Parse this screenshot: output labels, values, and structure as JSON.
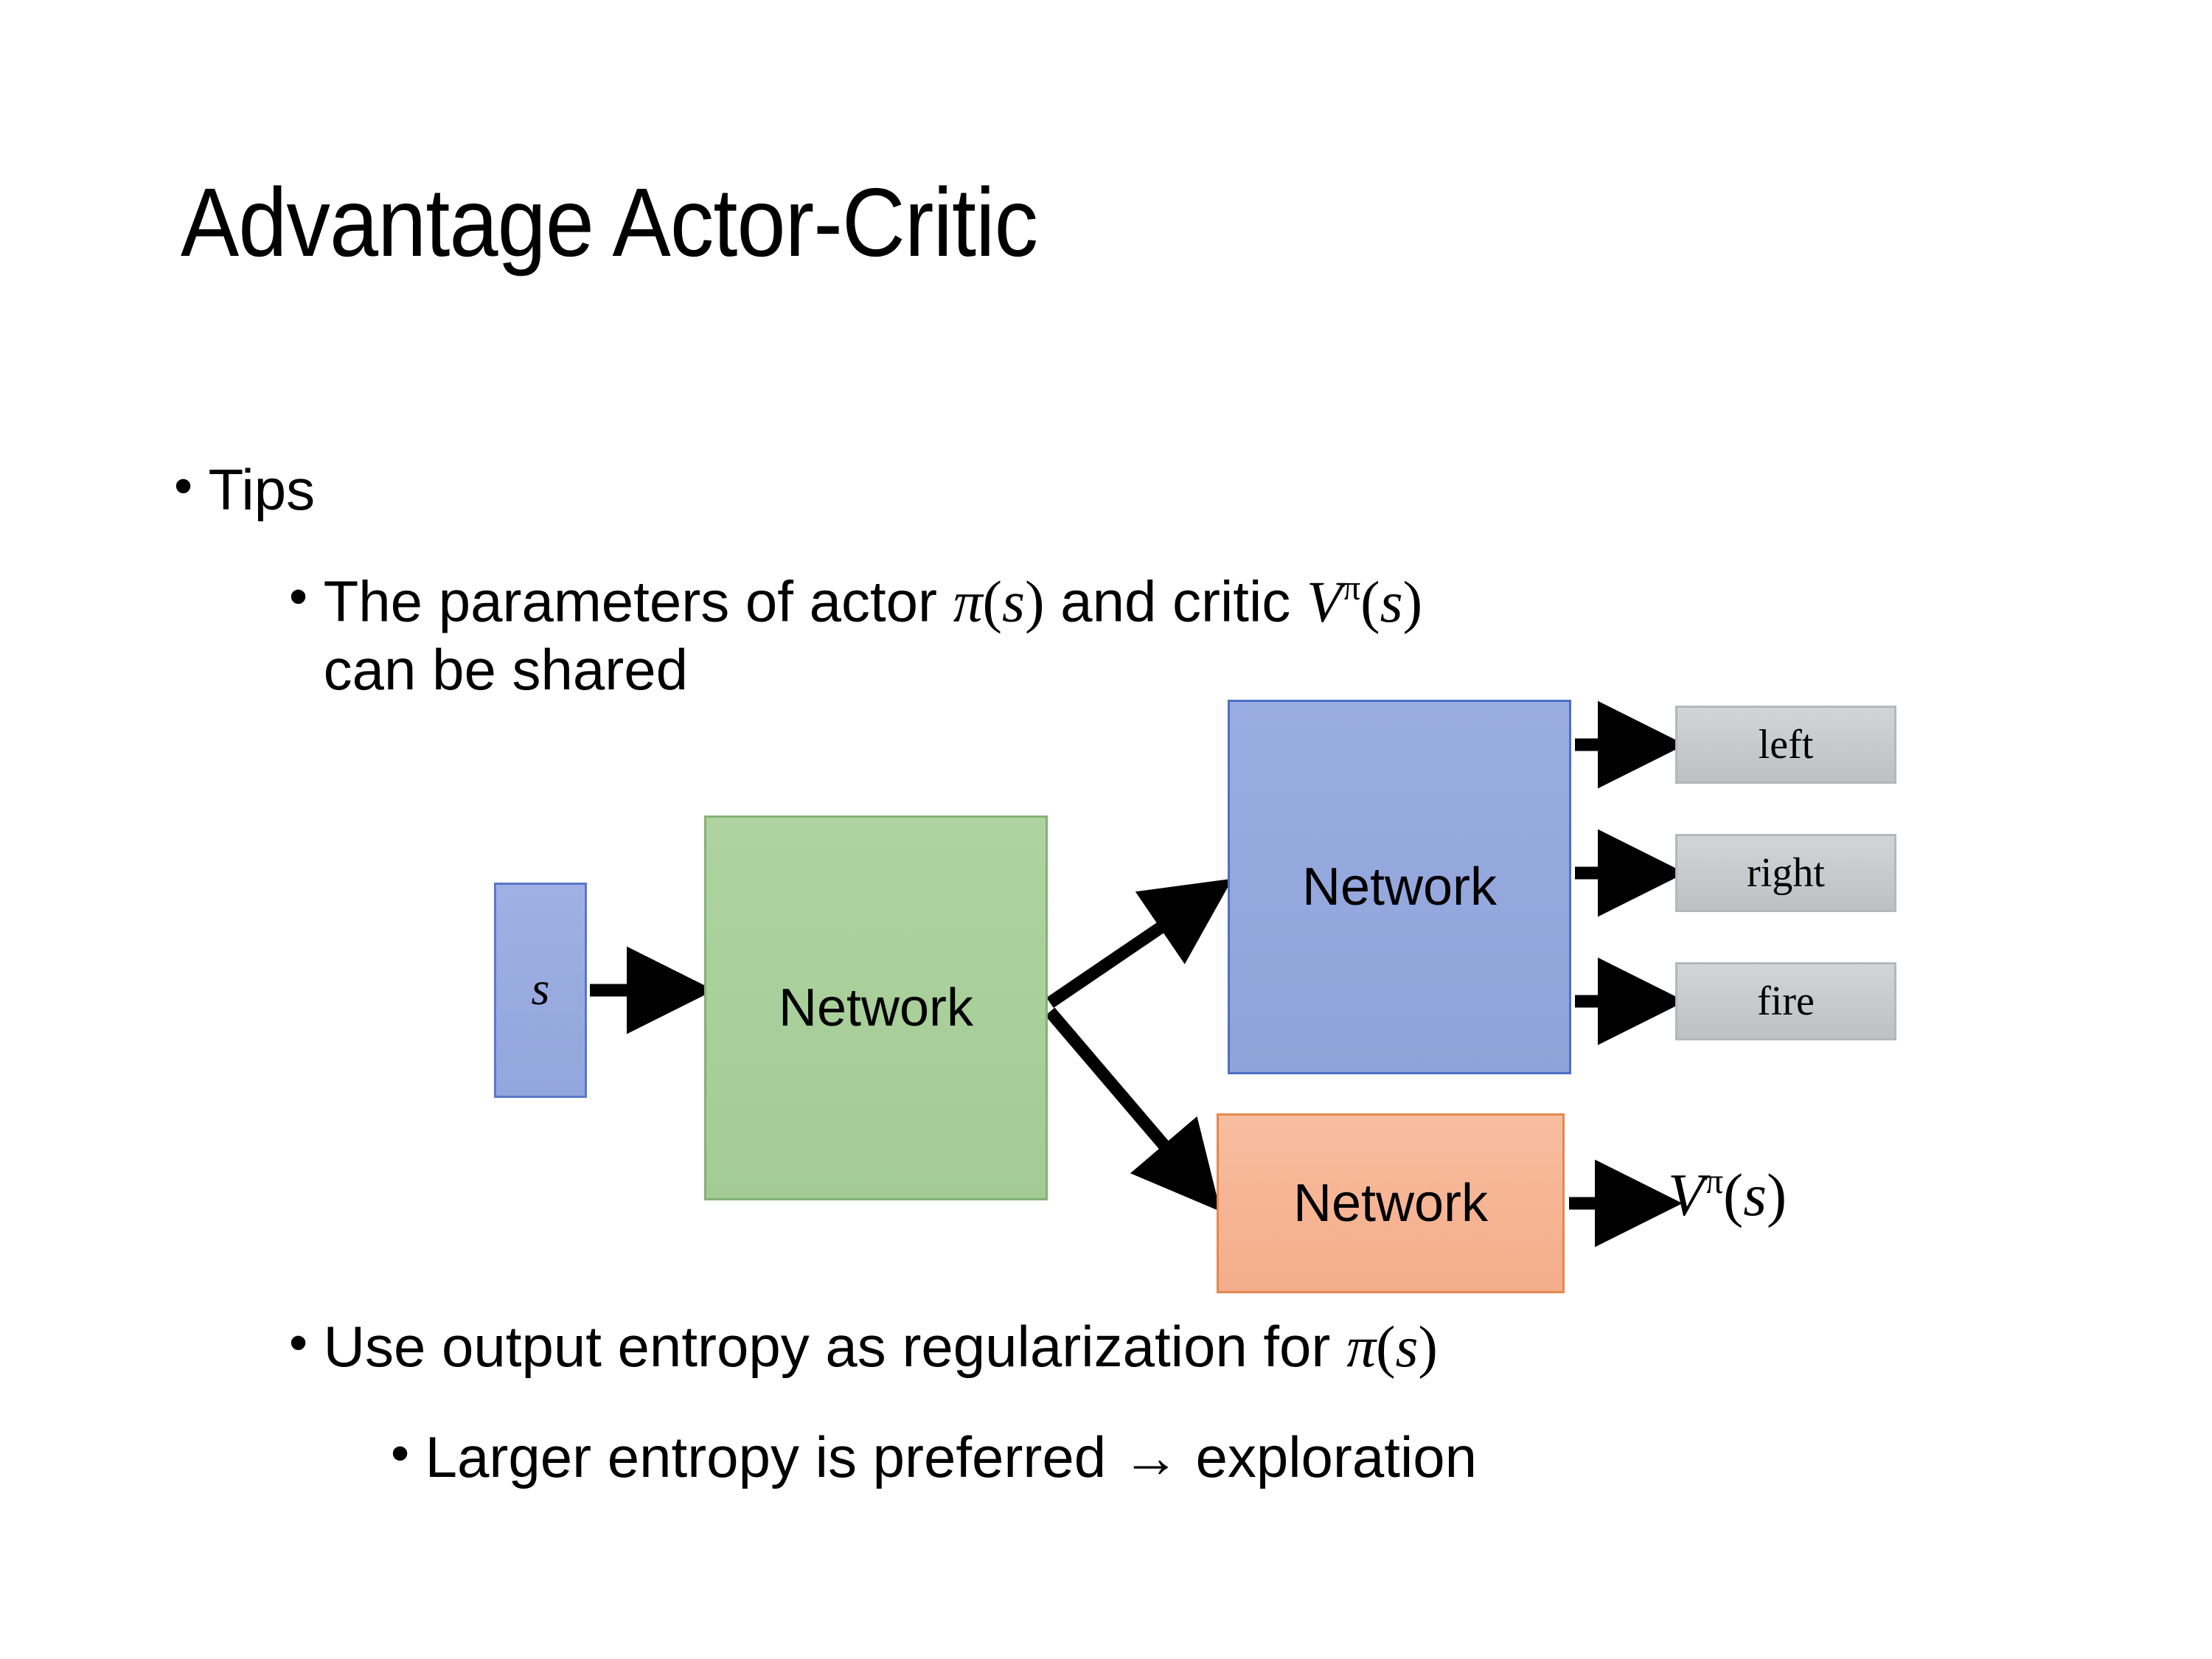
{
  "slide": {
    "title": "Advantage Actor-Critic",
    "background_color": "#ffffff",
    "text_color": "#000000"
  },
  "bullets": {
    "tips": {
      "marker": "•",
      "text": "Tips"
    },
    "parameters": {
      "marker": "•",
      "line1_part1": "The parameters of actor ",
      "math_actor": "π(s)",
      "line1_part2": "  and critic ",
      "math_critic": "Vπ(s)",
      "line2": "can be shared",
      "full_text": "The parameters of actor π(s)  and critic Vπ(s) can be shared"
    },
    "entropy": {
      "marker": "•",
      "text_part1": "Use output entropy as regularization for ",
      "math": "π(s)",
      "full_text": "Use output entropy as regularization for π(s)"
    },
    "larger": {
      "marker": "•",
      "text": "Larger entropy is preferred → exploration",
      "arrow_glyph": "→"
    }
  },
  "diagram": {
    "state_box": {
      "label": "s",
      "fill": "#98abe0",
      "border": "#5b78c8"
    },
    "shared_network": {
      "label": "Network",
      "fill": "#a9cf9b",
      "border": "#85b172"
    },
    "actor_network": {
      "label": "Network",
      "fill": "#95a9de",
      "border": "#4d6fc4"
    },
    "critic_network": {
      "label": "Network",
      "fill": "#f6b694",
      "border": "#e2884f"
    },
    "action_outputs": [
      {
        "label": "left",
        "fill": "#c7cacc"
      },
      {
        "label": "right",
        "fill": "#c7cacc"
      },
      {
        "label": "fire",
        "fill": "#c7cacc"
      }
    ],
    "value_output": {
      "base": "V",
      "superscript": "π",
      "argument": "(s)",
      "label": "Vπ(s)"
    },
    "arrow_color": "#000000"
  }
}
